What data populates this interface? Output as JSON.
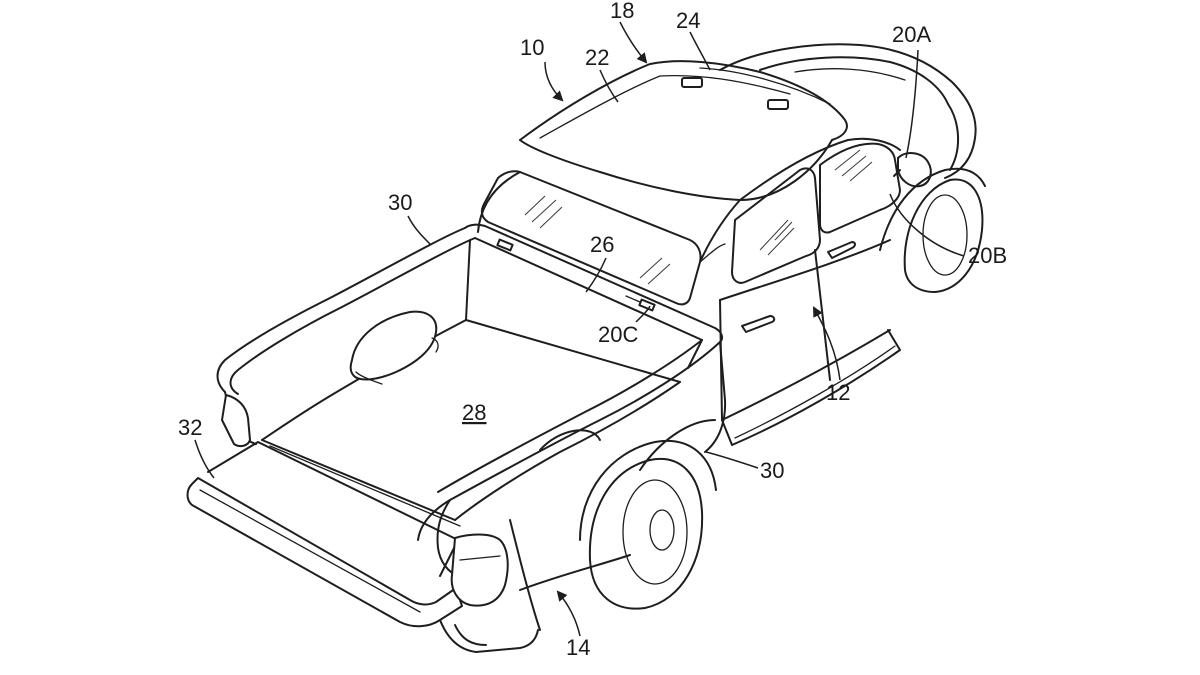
{
  "figure": {
    "reference_numerals": {
      "vehicle": "10",
      "body": "12",
      "tailgate_side": "14",
      "roof_assembly": "18",
      "sensor_a": "20A",
      "sensor_b": "20B",
      "sensor_c": "20C",
      "roof": "22",
      "roof_front": "24",
      "cab_rear_wall": "26",
      "bed_floor": "28",
      "bed_rail_left": "30",
      "bed_rail_right": "30",
      "tailgate": "32"
    },
    "colors": {
      "ink": "#1e1e1e",
      "background": "#ffffff"
    }
  }
}
